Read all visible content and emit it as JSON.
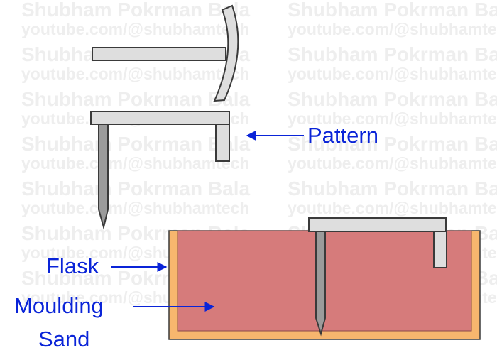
{
  "labels": {
    "pattern": "Pattern",
    "flask": "Flask",
    "moulding": "Moulding",
    "sand": "Sand"
  },
  "watermark": {
    "name": "Shubham Pokrman Bala",
    "url": "youtube.com/@shubhamtech"
  },
  "colors": {
    "pattern_fill": "#dedede",
    "pattern_stroke": "#3a3a3a",
    "nail_fill": "#9b9b9b",
    "sand_fill": "#d67b7b",
    "flask_fill": "#f7b66e",
    "label_color": "#0a24d8"
  }
}
